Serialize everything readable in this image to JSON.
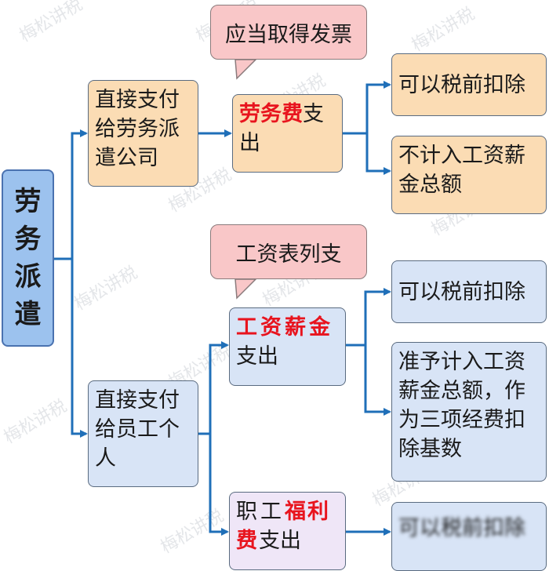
{
  "root": {
    "chars": [
      "劳",
      "务",
      "派",
      "遣"
    ]
  },
  "branches": {
    "company": {
      "text": "直接支付给劳务派遣公司"
    },
    "employee": {
      "text": "直接支付给员工个人"
    }
  },
  "callouts": {
    "invoice": "应当取得发票",
    "payroll": "工资表列支"
  },
  "expense_nodes": {
    "service_fee": {
      "highlight": "劳务费",
      "suffix": "支出"
    },
    "wages": {
      "highlight": "工资薪金",
      "suffix": "支出"
    },
    "welfare": {
      "prefix": "职工",
      "highlight": "福利费",
      "suffix": "支出"
    }
  },
  "results": {
    "r1": "可以税前扣除",
    "r2": "不计入工资薪金总额",
    "r3": "可以税前扣除",
    "r4": "准予计入工资薪金总额，作为三项经费扣除基数",
    "r5_partial": "可以税前扣除"
  },
  "watermark": "梅松讲税",
  "colors": {
    "highlight": "#e8141e",
    "connector": "#1f6fb8",
    "root_fill": "#9cc2ee",
    "peach_fill": "#fbdcb4",
    "blue_fill": "#d8e4f6",
    "callout_fill": "#f9c7c8"
  }
}
